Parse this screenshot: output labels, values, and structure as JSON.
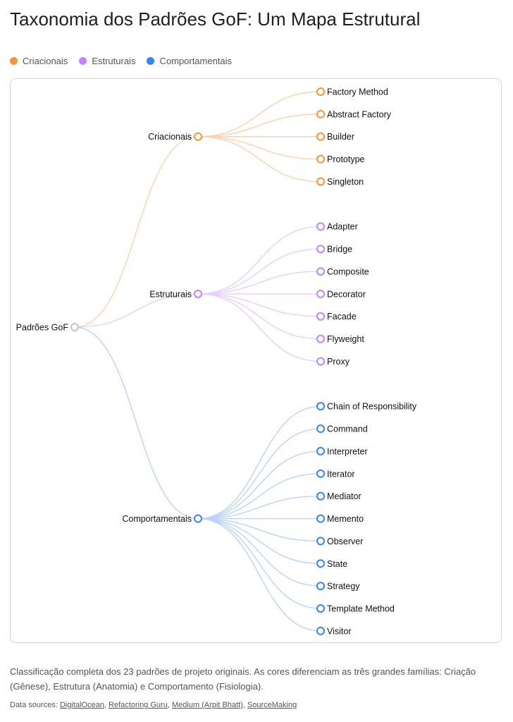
{
  "title": "Taxonomia dos Padrões GoF: Um Mapa Estrutural",
  "legend": [
    {
      "label": "Criacionais",
      "color": "#fb923c"
    },
    {
      "label": "Estruturais",
      "color": "#c084fc"
    },
    {
      "label": "Comportamentais",
      "color": "#3b82f6"
    }
  ],
  "tree": {
    "root": {
      "label": "Padrões GoF",
      "color": "#c4c4c4"
    },
    "groups": [
      {
        "label": "Criacionais",
        "color": "#fb923c",
        "link_color": "#fdd2b0",
        "children": [
          "Factory Method",
          "Abstract Factory",
          "Builder",
          "Prototype",
          "Singleton"
        ]
      },
      {
        "label": "Estruturais",
        "color": "#c084fc",
        "link_color": "#e6d0fd",
        "children": [
          "Adapter",
          "Bridge",
          "Composite",
          "Decorator",
          "Facade",
          "Flyweight",
          "Proxy"
        ]
      },
      {
        "label": "Comportamentais",
        "color": "#3b82f6",
        "link_color": "#bcd3fb",
        "children": [
          "Chain of Responsibility",
          "Command",
          "Interpreter",
          "Iterator",
          "Mediator",
          "Memento",
          "Observer",
          "State",
          "Strategy",
          "Template Method",
          "Visitor"
        ]
      }
    ]
  },
  "caption": "Classificação completa dos 23 padrões de projeto originais. As cores diferenciam as três grandes famílias: Criação (Gênese), Estrutura (Anatomia) e Comportamento (Fisiologia).",
  "sources": {
    "prefix": "Data sources:",
    "links": [
      "DigitalOcean",
      "Refactoring Guru",
      "Medium (Arpit Bhatt)",
      "SourceMaking"
    ]
  }
}
